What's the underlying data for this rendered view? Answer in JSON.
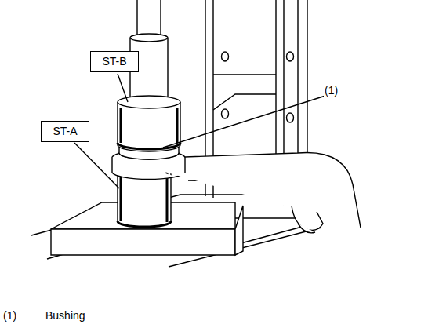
{
  "diagram": {
    "nodes": [
      {
        "text": [
          "ST-B"
        ]
      },
      {
        "text": [
          "ST-A"
        ]
      }
    ],
    "labels": [
      "(1)",
      "(1)",
      "Bushing"
    ]
  }
}
